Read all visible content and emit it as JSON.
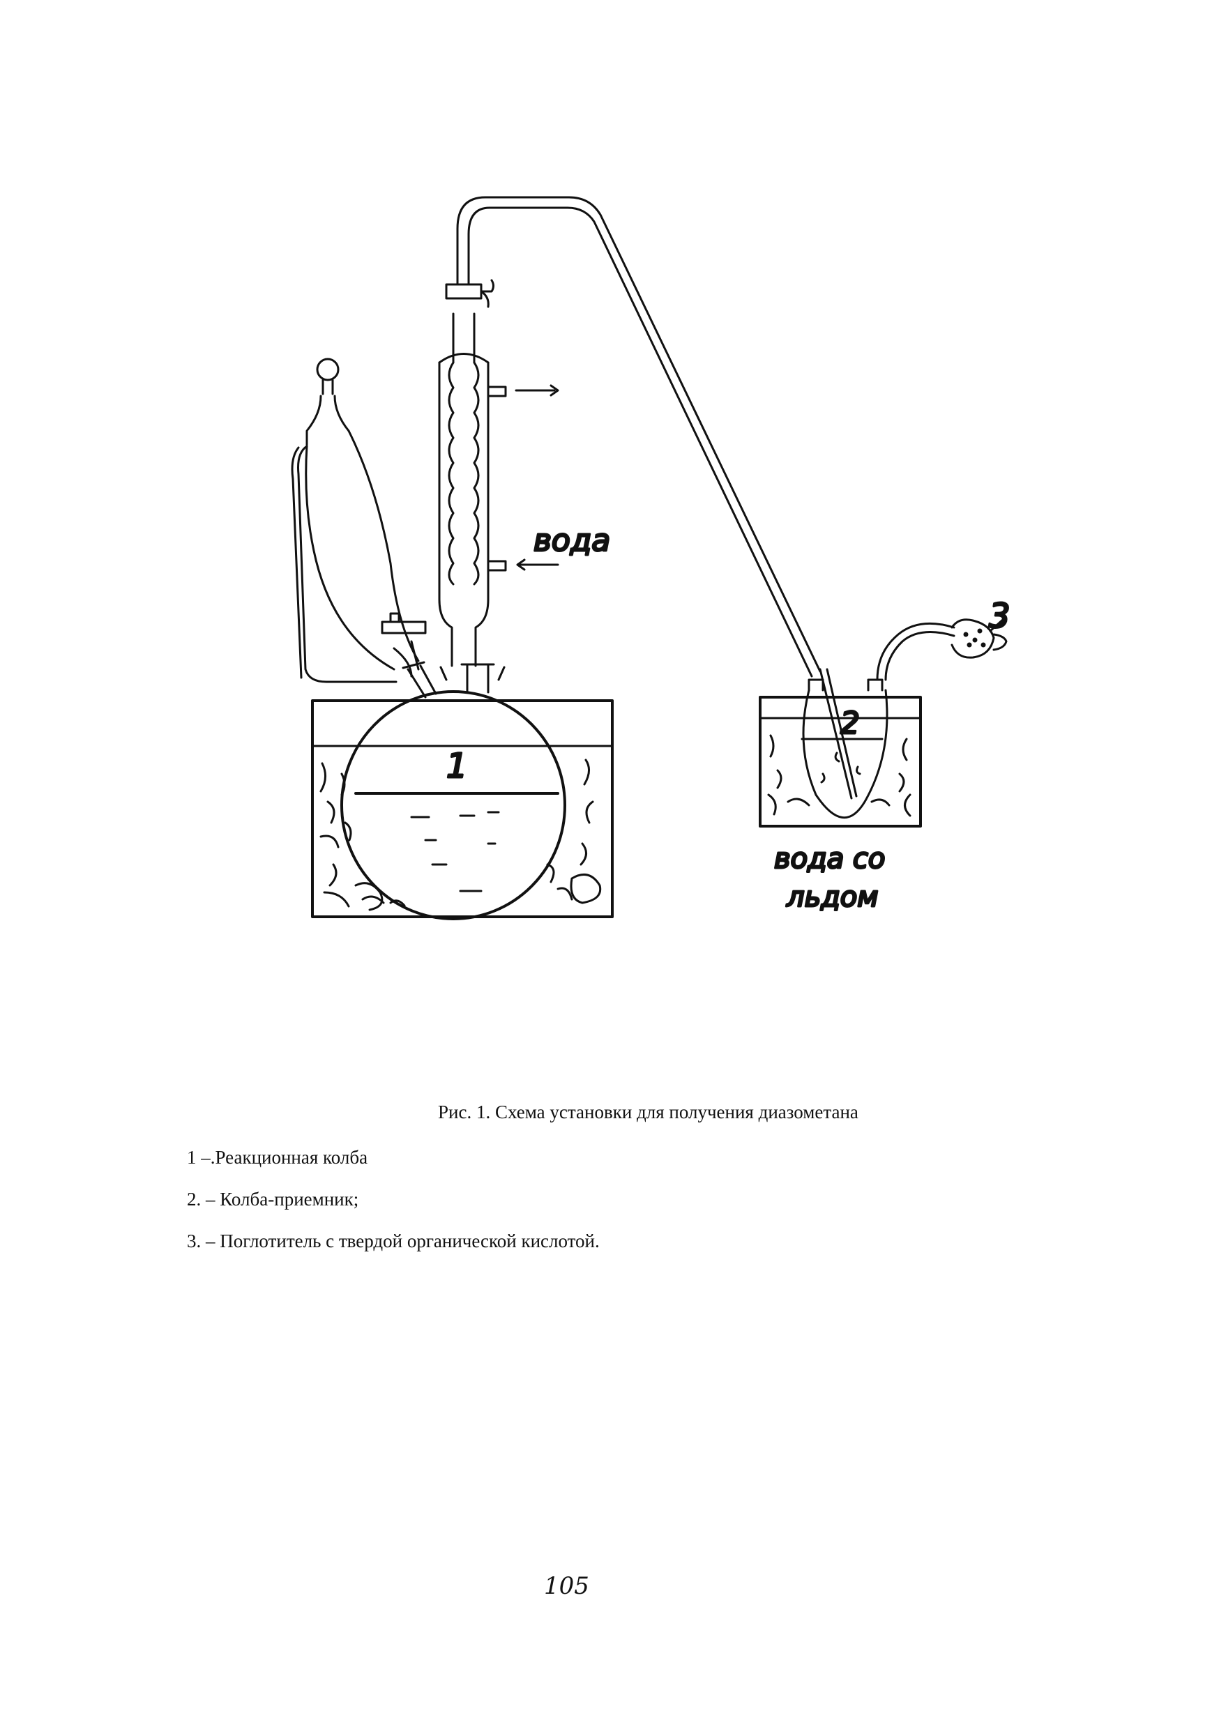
{
  "figure": {
    "label_water": "вода",
    "label_water_ice_1": "вода со",
    "label_water_ice_2": "льдом",
    "callout_1": "1",
    "callout_2": "2",
    "callout_3": "3"
  },
  "caption": "Рис. 1. Схема установки для получения диазометана",
  "legend": [
    "1 –.Реакционная колба",
    "2. – Колба-приемник;",
    "3. – Поглотитель с твердой органической кислотой."
  ],
  "page_number": "105"
}
